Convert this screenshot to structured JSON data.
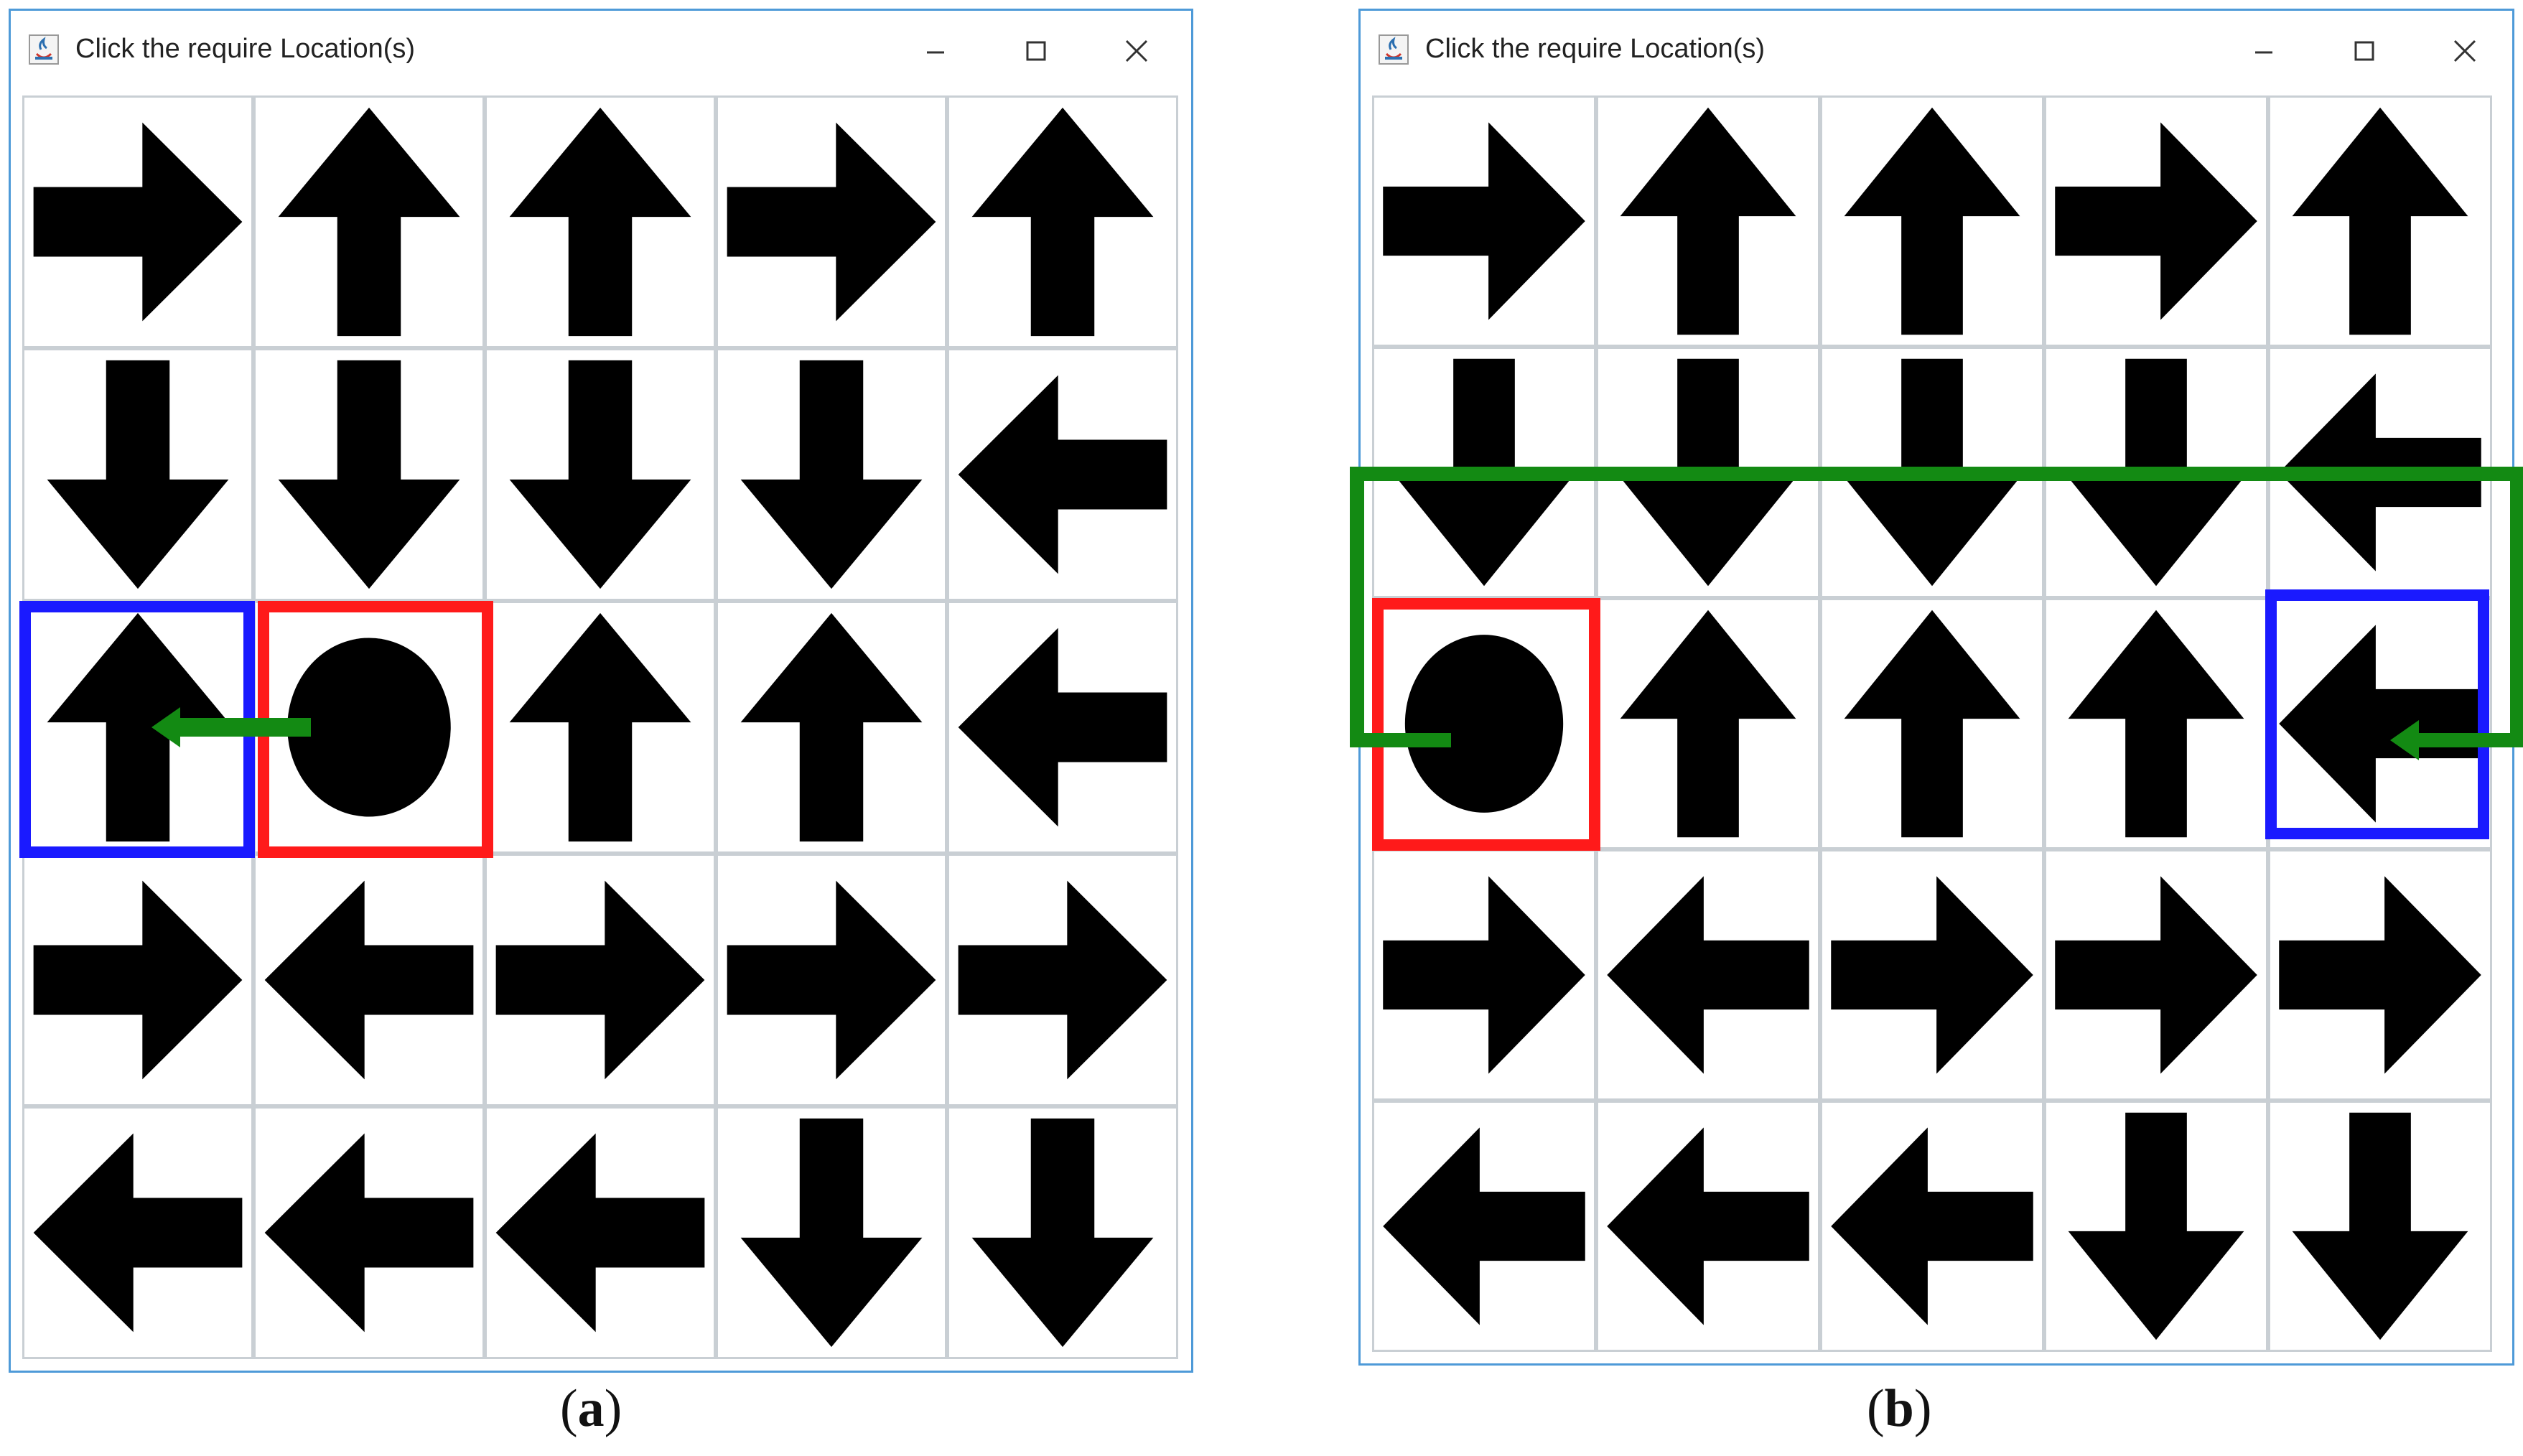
{
  "panels": [
    {
      "id": "a",
      "window_title": "Click the require Location(s)",
      "caption_open": "(",
      "caption_letter": "a",
      "caption_close": ")",
      "grid": [
        [
          "right",
          "up",
          "up",
          "right",
          "up"
        ],
        [
          "down",
          "down",
          "down",
          "down",
          "left"
        ],
        [
          "up",
          "circle",
          "up",
          "up",
          "left"
        ],
        [
          "right",
          "left",
          "right",
          "right",
          "right"
        ],
        [
          "left",
          "left",
          "left",
          "down",
          "down"
        ]
      ],
      "highlight_red": [
        2,
        1
      ],
      "highlight_blue": [
        2,
        0
      ],
      "path_description_cells": [
        [
          2,
          1
        ],
        [
          2,
          0
        ]
      ]
    },
    {
      "id": "b",
      "window_title": "Click the require Location(s)",
      "caption_open": "(",
      "caption_letter": "b",
      "caption_close": ")",
      "grid": [
        [
          "right",
          "up",
          "up",
          "right",
          "up"
        ],
        [
          "down",
          "down",
          "down",
          "down",
          "left"
        ],
        [
          "circle",
          "up",
          "up",
          "up",
          "left"
        ],
        [
          "right",
          "left",
          "right",
          "right",
          "right"
        ],
        [
          "left",
          "left",
          "left",
          "down",
          "down"
        ]
      ],
      "highlight_red": [
        2,
        0
      ],
      "highlight_blue": [
        2,
        4
      ],
      "path_description_cells": [
        [
          2,
          0
        ],
        [
          2,
          4
        ]
      ]
    }
  ],
  "colors": {
    "red_box": "#ff1a1a",
    "blue_box": "#1a1aff",
    "green_path": "#138a13",
    "arrow": "#000000",
    "cell_border": "#c9cfd4",
    "window_border": "#4e9ad8"
  },
  "icons": {
    "window_icon": "java-app-icon",
    "minimize": "minimize-icon",
    "maximize": "maximize-icon",
    "close": "close-icon"
  }
}
